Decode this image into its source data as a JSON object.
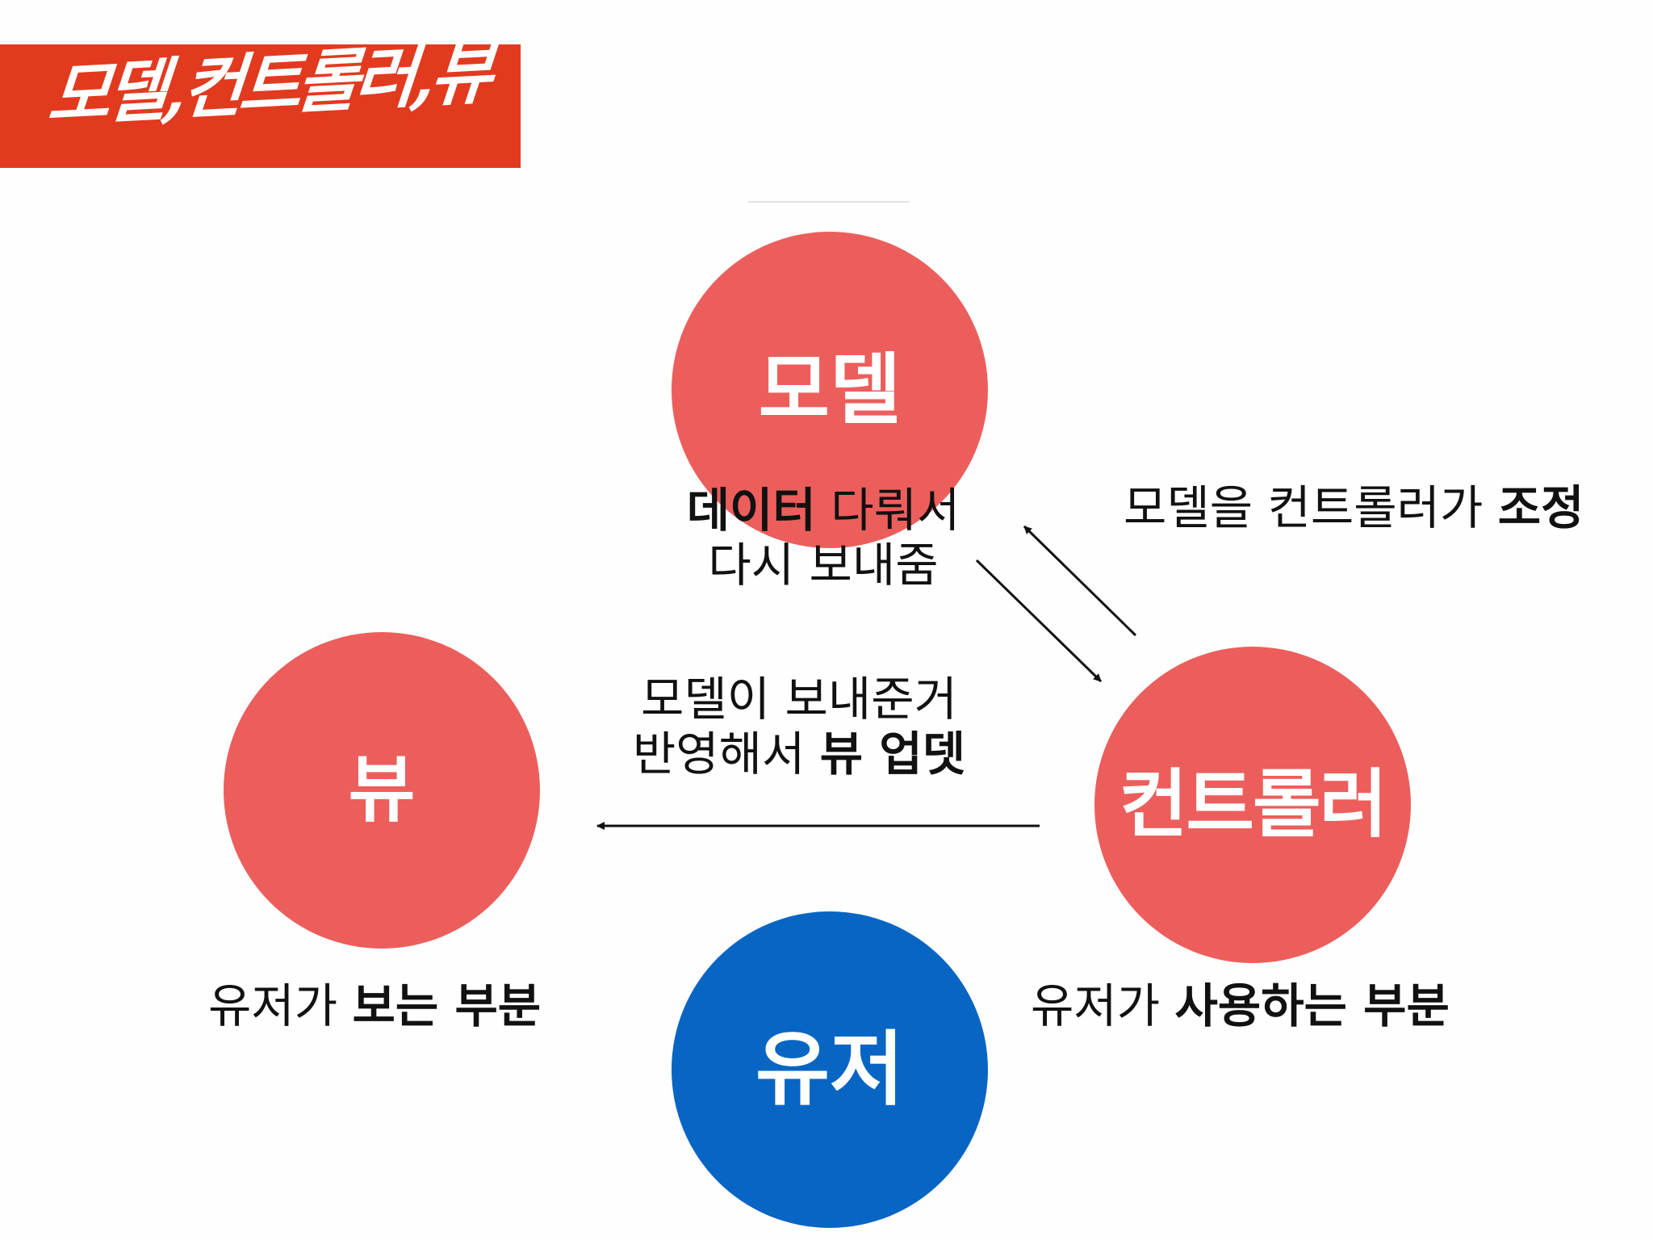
{
  "title": "모델,컨트롤러,뷰",
  "nodes": {
    "model": "모델",
    "view": "뷰",
    "controller": "컨트롤러",
    "user": "유저"
  },
  "labels": {
    "model_desc": {
      "line1_bold": "데이터",
      "line1_rest": " 다뤄서",
      "line2": "다시 보내줌"
    },
    "controller_adjust": {
      "normal": "모델을 컨트롤러가 ",
      "bold": "조정"
    },
    "view_update": {
      "line1": "모델이 보내준거",
      "line2_normal": "반영해서 ",
      "line2_bold": "뷰 업뎃"
    },
    "view_desc": {
      "normal": "유저가 ",
      "bold": "보는 부분"
    },
    "controller_desc": {
      "normal": "유저가 ",
      "bold": "사용하는 부분"
    }
  },
  "colors": {
    "banner": "#e23a1f",
    "node": "#ec5e5c",
    "user_node": "#0865c3"
  }
}
